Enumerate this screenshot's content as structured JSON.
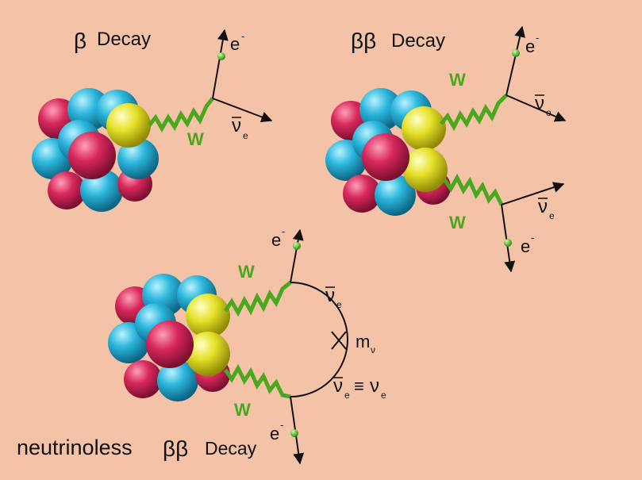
{
  "panels": {
    "beta": {
      "greek": "β",
      "title": "Decay",
      "w": "W",
      "electron": "e",
      "electron_sup": "-",
      "antineutrino": "ν",
      "antineutrino_sub": "e"
    },
    "double_beta": {
      "greek": "ββ",
      "title": "Decay",
      "w_top": "W",
      "w_bottom": "W",
      "electron_top": "e",
      "electron_top_sup": "-",
      "electron_bottom": "e",
      "electron_bottom_sup": "-",
      "antineutrino_top": "ν",
      "antineutrino_top_sub": "e",
      "antineutrino_bottom": "ν",
      "antineutrino_bottom_sub": "e"
    },
    "neutrinoless": {
      "prefix": "neutrinoless",
      "greek": "ββ",
      "title": "Decay",
      "w_top": "W",
      "w_bottom": "W",
      "electron_top": "e",
      "electron_top_sup": "-",
      "electron_bottom": "e",
      "electron_bottom_sup": "-",
      "antineutrino_top": "ν",
      "antineutrino_top_sub": "e",
      "mass": "m",
      "mass_sub": "ν",
      "identity_left": "ν",
      "identity_left_sub": "e",
      "identity_op": "≡",
      "identity_right": "ν",
      "identity_right_sub": "e"
    }
  },
  "colors": {
    "background": "#f3c2a7",
    "proton": "#d8285c",
    "neutron": "#2bb6dc",
    "converted_nucleon": "#e6e22a",
    "w_boson": "#4aa81e",
    "lines": "#111111"
  }
}
